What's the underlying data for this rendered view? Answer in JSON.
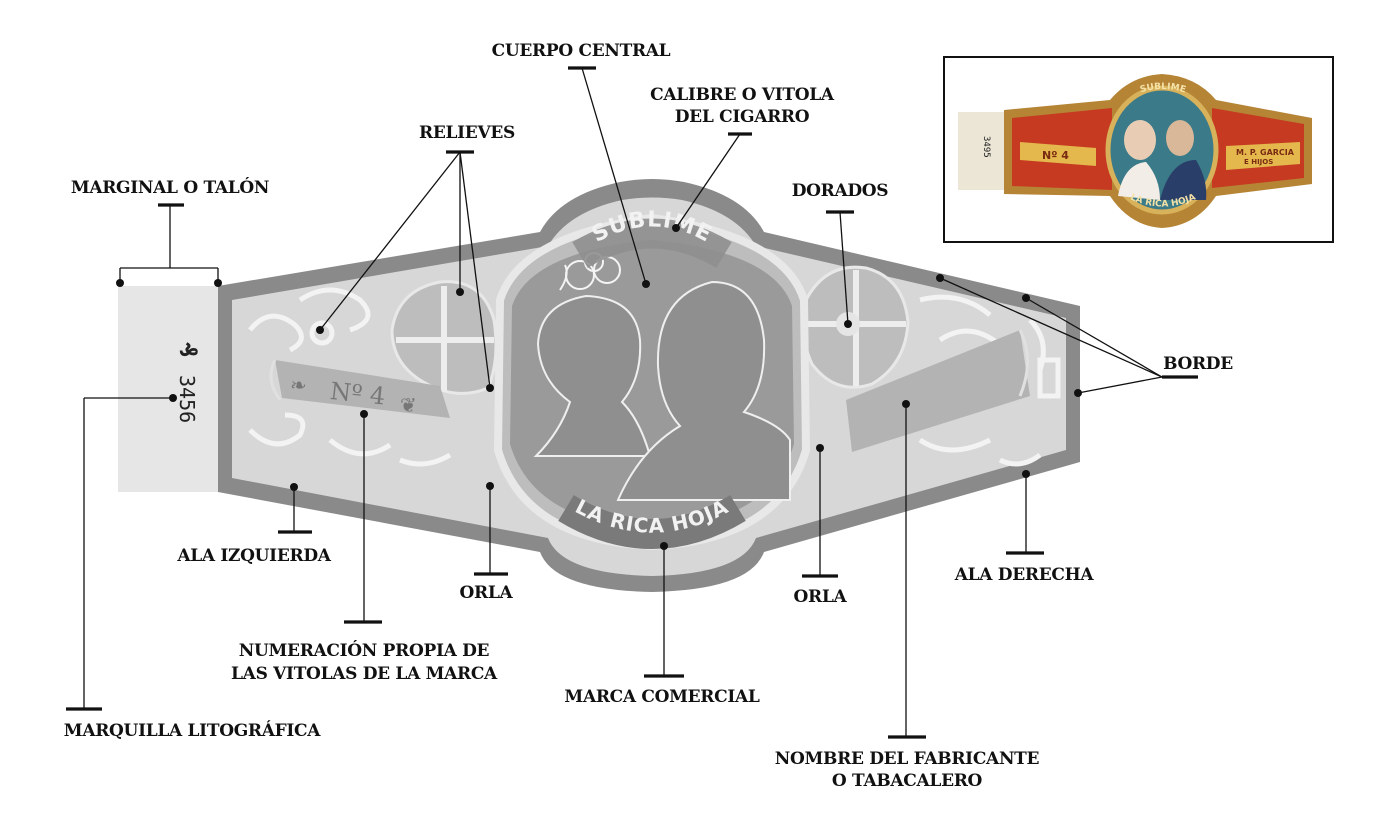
{
  "band": {
    "brand_top": "SUBLIME",
    "brand_bottom": "LA RICA HOJA",
    "vitola_number": "Nº 4",
    "stamp_code": "3456",
    "stamp_symbol": "₰"
  },
  "photo": {
    "top_text": "SUBLIME",
    "bottom_text": "LA RICA HOJA",
    "left_ribbon": "Nº 4",
    "right_ribbon_line1": "M. P. GARCIA",
    "right_ribbon_line2": "E HIJOS",
    "stamp": "3495"
  },
  "labels": {
    "cuerpo_central": "CUERPO CENTRAL",
    "calibre_line1": "CALIBRE O VITOLA",
    "calibre_line2": "DEL CIGARRO",
    "relieves": "RELIEVES",
    "marginal": "MARGINAL O TALÓN",
    "dorados": "DORADOS",
    "borde": "BORDE",
    "ala_izquierda": "ALA IZQUIERDA",
    "orla_left": "ORLA",
    "orla_right": "ORLA",
    "ala_derecha": "ALA DERECHA",
    "numeracion_line1": "NUMERACIÓN PROPIA DE",
    "numeracion_line2": "LAS VITOLAS DE LA MARCA",
    "marca_comercial": "MARCA COMERCIAL",
    "marquilla": "MARQUILLA LITOGRÁFICA",
    "fabricante_line1": "NOMBRE DEL FABRICANTE",
    "fabricante_line2": "O TABACALERO"
  }
}
